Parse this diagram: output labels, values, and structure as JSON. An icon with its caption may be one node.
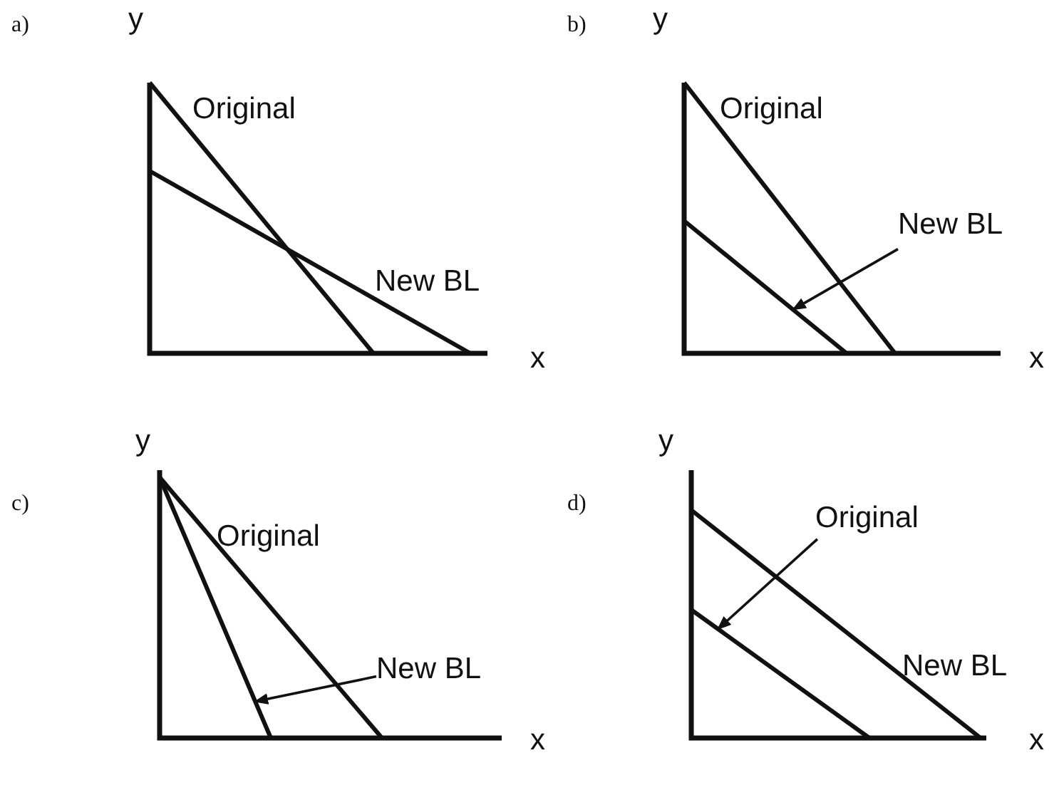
{
  "diagram": {
    "nodes": [
      {
        "text": [
          "New BL"
        ]
      },
      {
        "text": [],
        "shape": "line"
      },
      {
        "text": [
          "New BL"
        ]
      },
      {
        "text": [],
        "shape": "line"
      },
      {
        "text": [
          "Original"
        ]
      },
      {
        "text": [],
        "shape": "line"
      }
    ],
    "edges": [
      {
        "from": 0,
        "to": 1,
        "arrow": "to"
      },
      {
        "from": 2,
        "to": 3,
        "arrow": "to"
      },
      {
        "from": 4,
        "to": 5,
        "arrow": "to"
      }
    ],
    "labels": [
      "a)",
      "y",
      "Original",
      "New BL",
      "x",
      "b)",
      "y",
      "Original",
      "x",
      "c)",
      "y",
      "Original",
      "x",
      "d)",
      "y",
      "New BL",
      "x"
    ]
  }
}
